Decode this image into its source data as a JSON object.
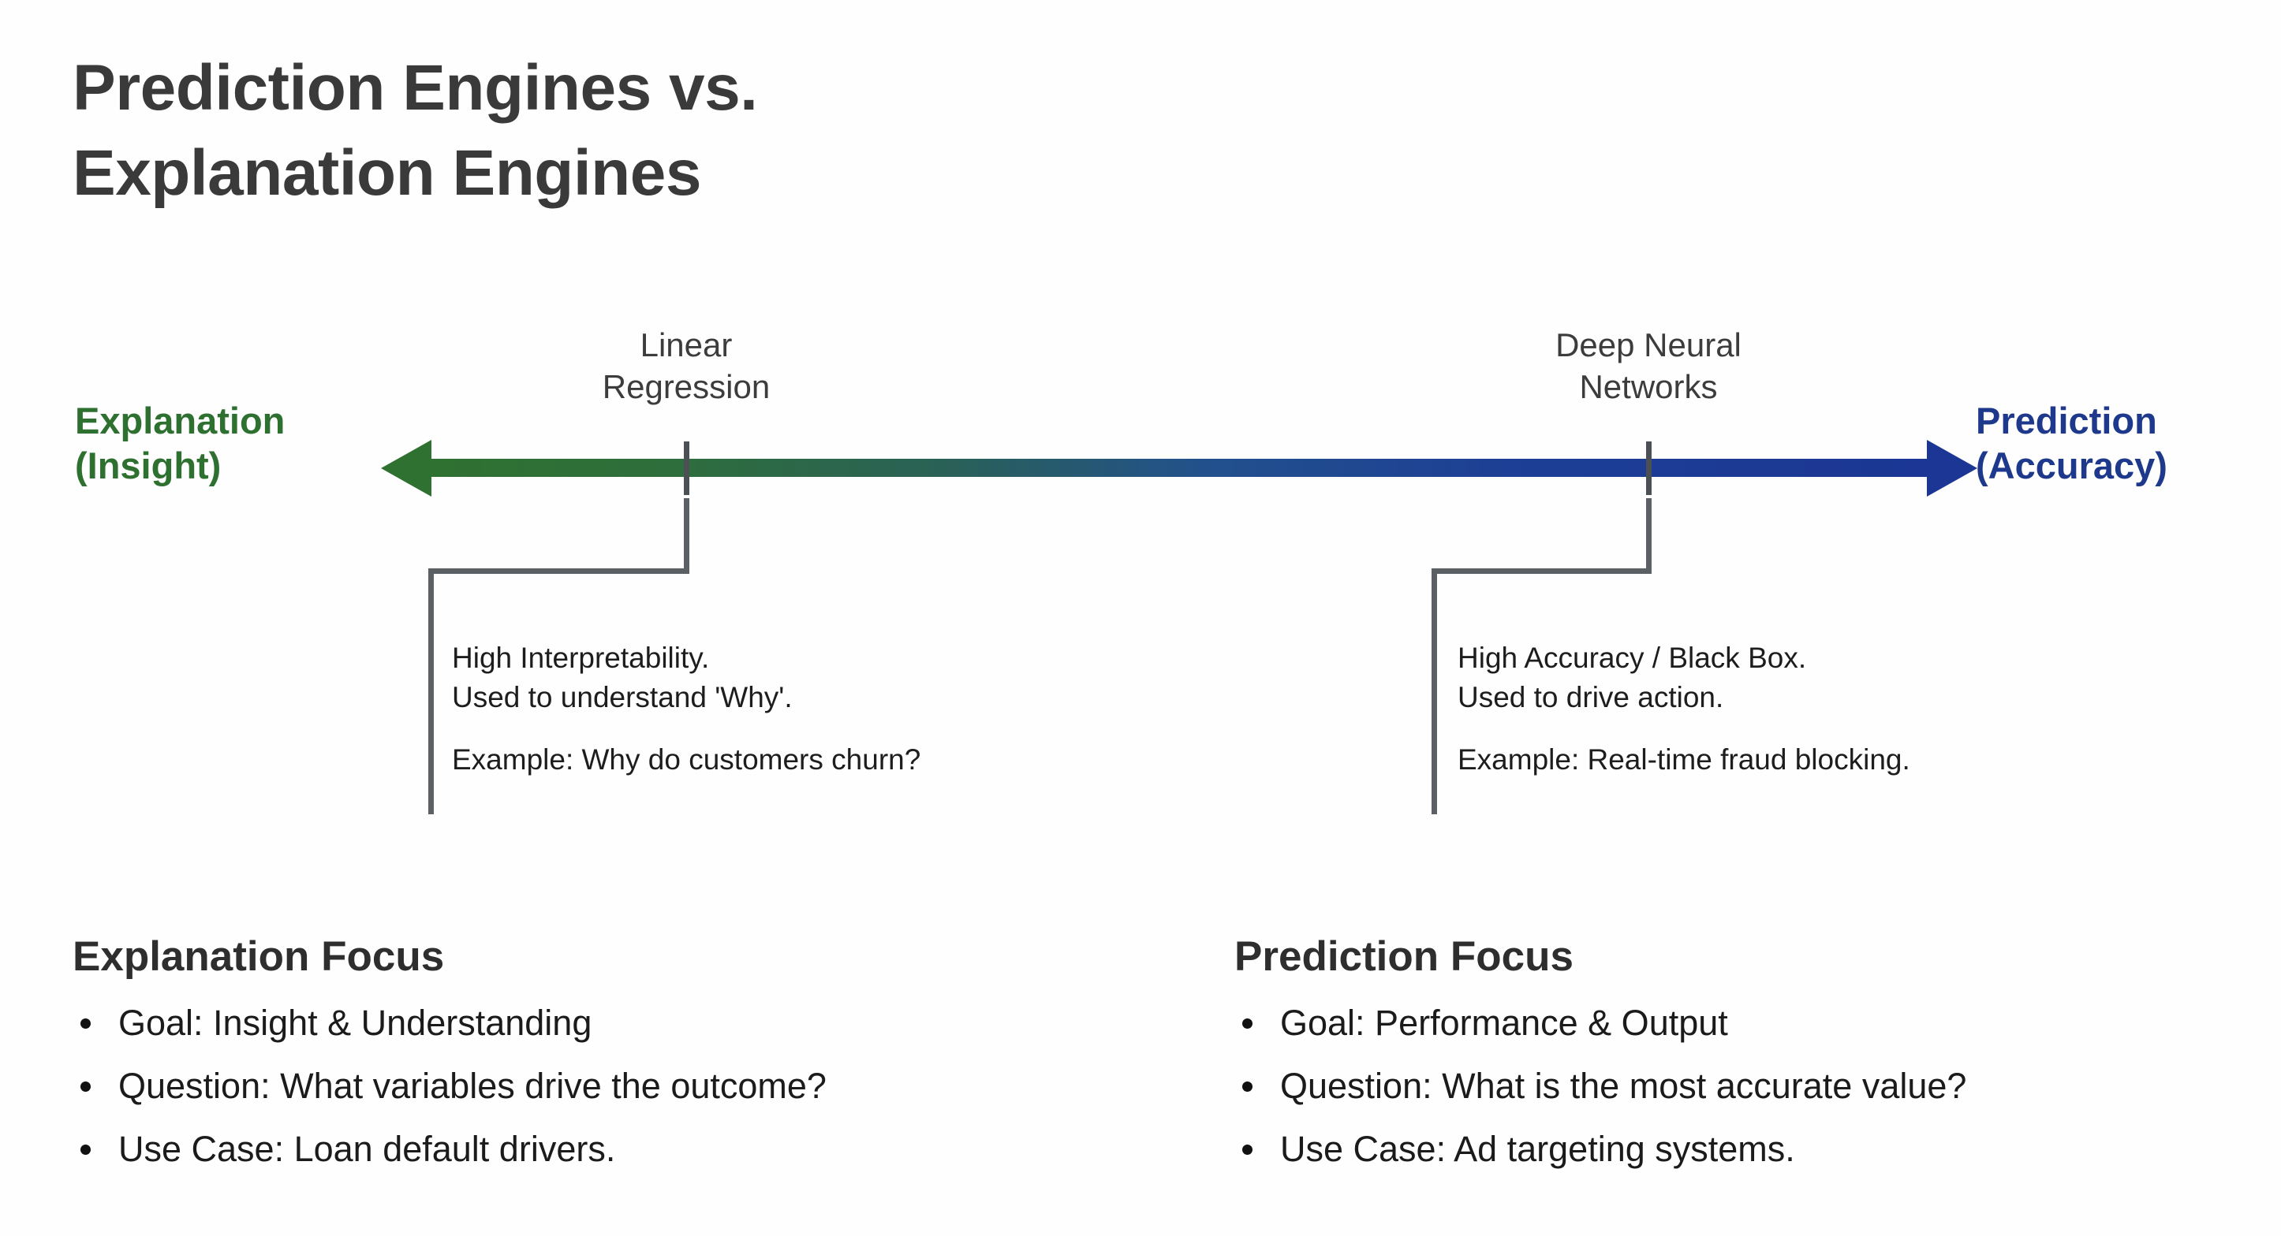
{
  "slide": {
    "background_color": "#fefefe",
    "title_lines": [
      "Prediction Engines vs.",
      "Explanation Engines"
    ],
    "title_color": "#3a3a3a"
  },
  "spectrum": {
    "left_end": {
      "lines": [
        "Explanation",
        "(Insight)"
      ],
      "color": "#2e7030",
      "arrow_direction": "left"
    },
    "right_end": {
      "lines": [
        "Prediction",
        "(Accuracy)"
      ],
      "color": "#1e398c",
      "arrow_direction": "right"
    },
    "axis": {
      "gradient_from": "#2f7130",
      "gradient_to": "#1b3694",
      "tick_color": "#4b5055",
      "connector_color": "#5b6065"
    },
    "nodes": [
      {
        "label_lines": [
          "Linear",
          "Regression"
        ],
        "callout": {
          "paragraph_1": [
            "High Interpretability.",
            "Used to understand 'Why'."
          ],
          "paragraph_2": [
            "Example: Why do customers churn?"
          ]
        }
      },
      {
        "label_lines": [
          "Deep Neural",
          "Networks"
        ],
        "callout": {
          "paragraph_1": [
            "High Accuracy / Black Box.",
            "Used to drive action."
          ],
          "paragraph_2": [
            "Example: Real-time fraud blocking."
          ]
        }
      }
    ]
  },
  "focus_columns": [
    {
      "heading": "Explanation Focus",
      "bullets": [
        "Goal: Insight & Understanding",
        "Question: What variables drive the outcome?",
        "Use Case: Loan default drivers."
      ]
    },
    {
      "heading": "Prediction Focus",
      "bullets": [
        "Goal: Performance & Output",
        "Question: What is the most accurate value?",
        "Use Case: Ad targeting systems."
      ]
    }
  ]
}
